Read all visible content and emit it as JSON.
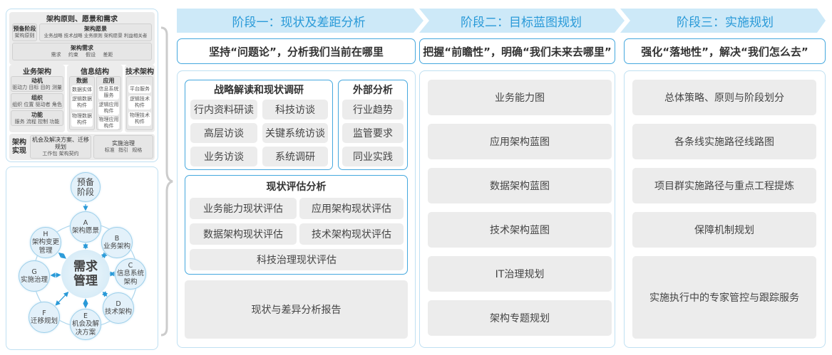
{
  "left_top": {
    "title": "架构原则、愿景和需求",
    "prelim": {
      "title": "预备阶段",
      "items": "架构原则"
    },
    "vision": {
      "title": "架构愿景",
      "items": "业务战略 技术战略 业务原则 架构愿景 利益相关者"
    },
    "requirements": {
      "title": "架构需求",
      "items": [
        "需求",
        "约束",
        "假设",
        "差距"
      ]
    },
    "business": {
      "title": "业务架构",
      "groups": [
        {
          "title": "动机",
          "items": "驱动力 目标 目的 测量"
        },
        {
          "title": "组织",
          "items": "组织 位置 驱动者 角色"
        },
        {
          "title": "功能",
          "items": "服务 流程 控制 功能"
        }
      ]
    },
    "info": {
      "title": "信息结构",
      "data": {
        "title": "数据",
        "items": [
          "数据实体",
          "逻辑数据构件",
          "物理数据构件"
        ]
      },
      "app": {
        "title": "应用",
        "items": [
          "信息系统服务",
          "逻辑应用构件",
          "物理应用构件"
        ]
      }
    },
    "tech": {
      "title": "技术架构",
      "items": [
        "平台服务",
        "逻辑技术构件",
        "物理技术构件"
      ]
    },
    "realization": {
      "title": "架构实现",
      "opp": {
        "title": "机会及解决方案、迁移规划",
        "items": "工作包 架构契约"
      },
      "gov": {
        "title": "实施治理",
        "items": "标准 指引 规格"
      }
    }
  },
  "cycle": {
    "prelim": "预备阶段",
    "center": "需求管理",
    "nodes": [
      {
        "letter": "A",
        "label": "架构愿景"
      },
      {
        "letter": "B",
        "label": "业务架构"
      },
      {
        "letter": "C",
        "label": "信息系统架构"
      },
      {
        "letter": "D",
        "label": "技术架构"
      },
      {
        "letter": "E",
        "label": "机会及解决方案"
      },
      {
        "letter": "F",
        "label": "迁移规划"
      },
      {
        "letter": "G",
        "label": "实施治理"
      },
      {
        "letter": "H",
        "label": "架构变更管理"
      }
    ]
  },
  "stages": [
    {
      "title": "阶段一：现状及差距分析",
      "subtitle": "坚持“问题论”，分析我们当前在哪里"
    },
    {
      "title": "阶段二：目标蓝图规划",
      "subtitle": "把握“前瞻性”，明确“我们未来去哪里”"
    },
    {
      "title": "阶段三：实施规划",
      "subtitle": "强化“落地性”，解决“我们怎么去”"
    }
  ],
  "stage1": {
    "strategy": {
      "title": "战略解读和现状调研",
      "items": [
        "行内资料研读",
        "科技访谈",
        "高层访谈",
        "关键系统访谈",
        "业务访谈",
        "系统调研"
      ]
    },
    "external": {
      "title": "外部分析",
      "items": [
        "行业趋势",
        "监管要求",
        "同业实践"
      ]
    },
    "assessment": {
      "title": "现状评估分析",
      "items": [
        "业务能力现状评估",
        "应用架构现状评估",
        "数据架构现状评估",
        "技术架构现状评估",
        "科技治理现状评估"
      ]
    },
    "report": "现状与差异分析报告"
  },
  "stage2": {
    "items": [
      "业务能力图",
      "应用架构蓝图",
      "数据架构蓝图",
      "技术架构蓝图",
      "IT治理规划",
      "架构专题规划"
    ]
  },
  "stage3": {
    "items": [
      "总体策略、原则与阶段划分",
      "各条线实施路径线路图",
      "项目群实施路径与重点工程提炼",
      "保障机制规划",
      "实施执行中的专家管控与跟踪服务"
    ]
  },
  "colors": {
    "accent": "#2a9ad8",
    "header_bg": "#cde9f8",
    "border": "#45a8de",
    "cell": "#ececec"
  }
}
